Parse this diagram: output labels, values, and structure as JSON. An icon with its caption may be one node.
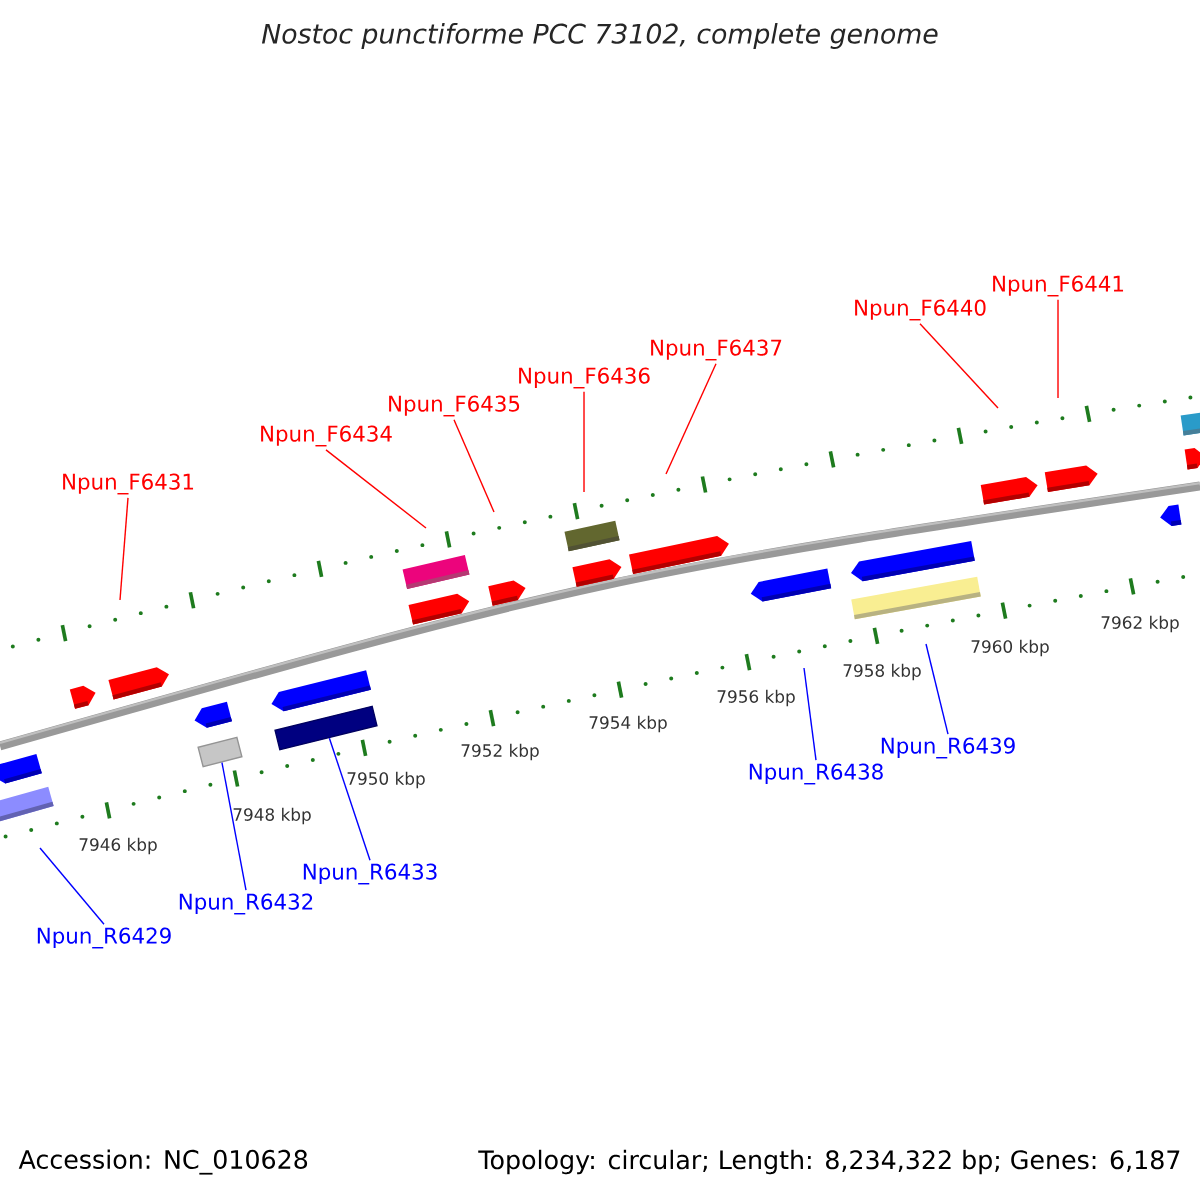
{
  "diagram": {
    "title": "Nostoc punctiforme PCC 73102, complete genome",
    "nodes": [
      {
        "text": [
          "Npun_F6431"
        ]
      },
      {
        "text": [
          "Npun_F6434"
        ]
      },
      {
        "text": [
          "Npun_F6435"
        ]
      },
      {
        "text": [
          "Npun_F6436"
        ]
      },
      {
        "text": [
          "Npun_F6437"
        ]
      },
      {
        "text": [
          "Npun_F6440"
        ]
      },
      {
        "text": [
          "Npun_F6441"
        ]
      },
      {
        "text": [
          "Npun_R6429"
        ]
      },
      {
        "text": [
          "Npun_R6432"
        ]
      },
      {
        "text": [
          "Npun_R6433"
        ]
      },
      {
        "text": [
          "Npun_R6438"
        ]
      },
      {
        "text": [
          "Npun_R6439"
        ]
      },
      {
        "text": [],
        "shape": "box"
      },
      {
        "text": [],
        "shape": "box"
      }
    ],
    "edges": [
      {
        "from": 0,
        "to": null,
        "arrow": "none"
      },
      {
        "from": 1,
        "to": null,
        "arrow": "none"
      },
      {
        "from": 2,
        "to": null,
        "arrow": "none"
      },
      {
        "from": 3,
        "to": null,
        "arrow": "none"
      },
      {
        "from": 4,
        "to": null,
        "arrow": "none"
      },
      {
        "from": 5,
        "to": null,
        "arrow": "none"
      },
      {
        "from": 6,
        "to": null,
        "arrow": "none"
      },
      {
        "from": 7,
        "to": null,
        "arrow": "none",
        "color": "#0000ff"
      },
      {
        "from": 8,
        "to": 12,
        "arrow": "none",
        "color": "#0000ff"
      },
      {
        "from": 9,
        "to": 13,
        "arrow": "none",
        "color": "#0000ff"
      },
      {
        "from": 10,
        "to": null,
        "arrow": "none",
        "color": "#0000ff"
      },
      {
        "from": 11,
        "to": null,
        "arrow": "none",
        "color": "#0000ff"
      }
    ],
    "labels": [
      "7946 kbp",
      "7948 kbp",
      "7950 kbp",
      "7952 kbp",
      "7954 kbp",
      "7956 kbp",
      "7958 kbp",
      "7960 kbp",
      "7962 kbp",
      "Accession: NC_010628",
      "Topology: circular; Length: 8,234,322 bp; Genes: 6,187"
    ]
  }
}
